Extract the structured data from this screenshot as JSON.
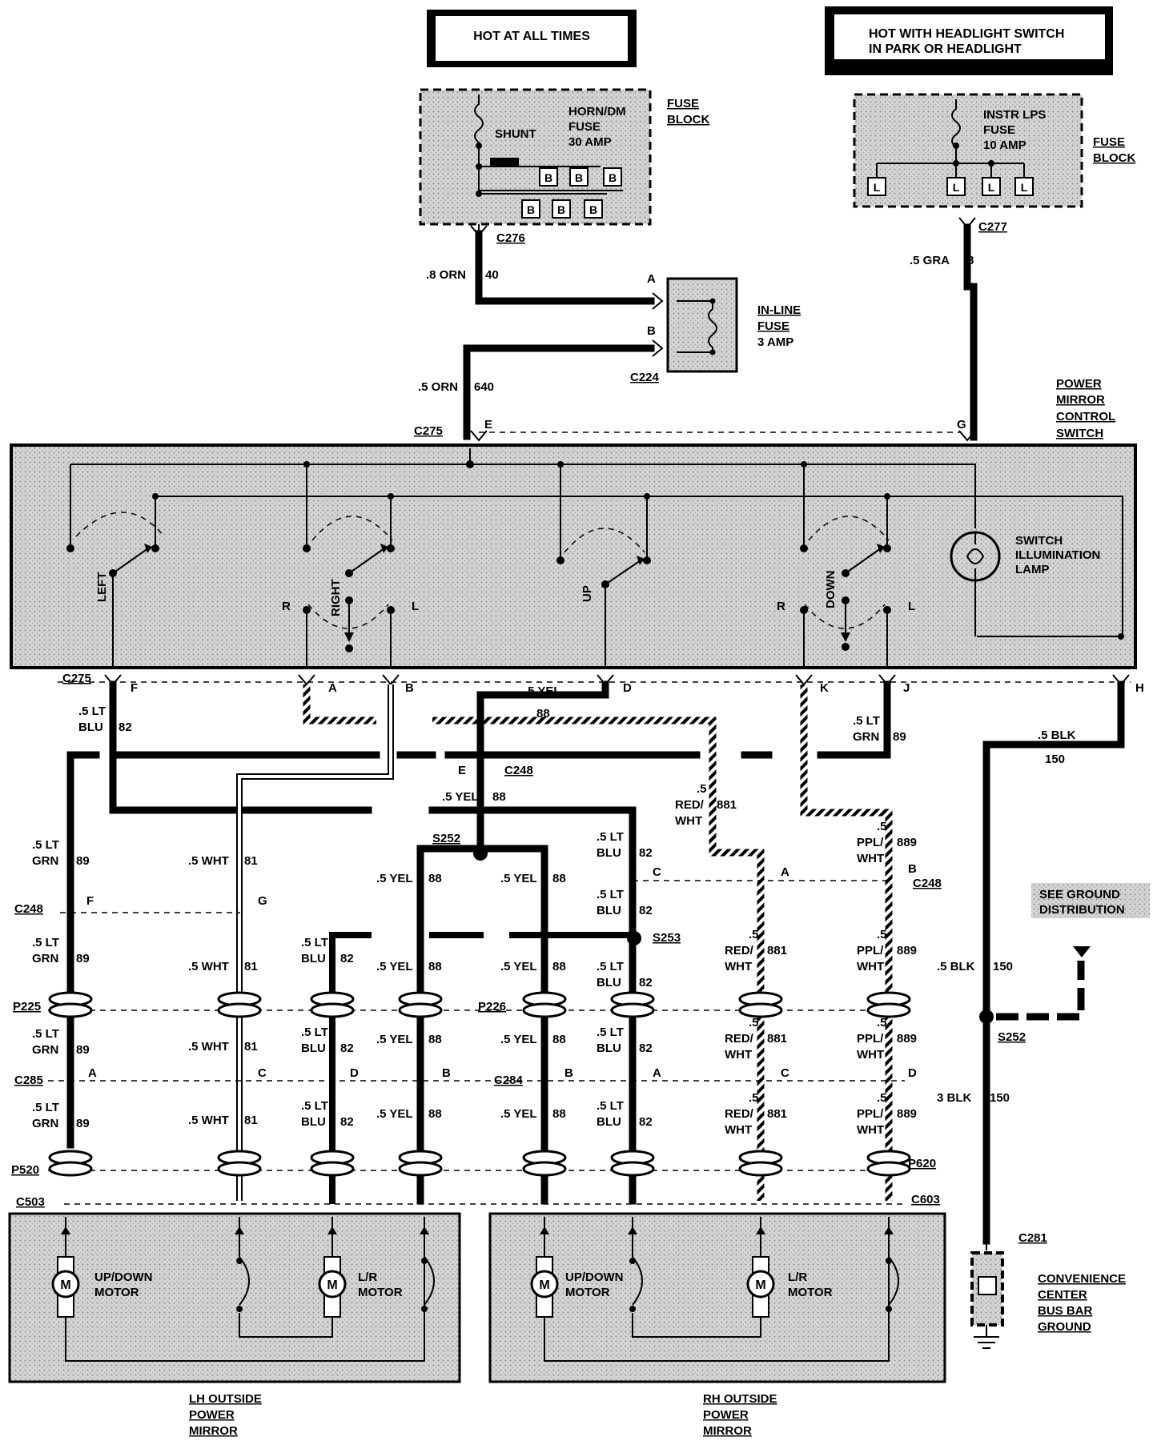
{
  "headers": {
    "hot_all_times": "HOT AT ALL TIMES",
    "hot_headlight": [
      "HOT WITH HEADLIGHT SWITCH",
      "IN PARK OR HEADLIGHT"
    ]
  },
  "fuse_block_left": {
    "title": [
      "FUSE",
      "BLOCK"
    ],
    "shunt": "SHUNT",
    "fuse": [
      "HORN/DM",
      "FUSE",
      "30 AMP"
    ],
    "terminal": "B",
    "connector": "C276"
  },
  "fuse_block_right": {
    "title": [
      "FUSE",
      "BLOCK"
    ],
    "fuse": [
      "INSTR LPS",
      "FUSE",
      "10 AMP"
    ],
    "terminal": "L",
    "connector": "C277"
  },
  "inline_fuse": {
    "label": [
      "IN-LINE",
      "FUSE",
      "3 AMP"
    ],
    "pin_a": "A",
    "pin_b": "B",
    "connector": "C224"
  },
  "wires_top": {
    "w40_size": ".8 ORN",
    "w40_num": "40",
    "w640_size": ".5 ORN",
    "w640_num": "640",
    "w8_size": ".5 GRA",
    "w8_num": "8"
  },
  "switch": {
    "title": [
      "POWER",
      "MIRROR",
      "CONTROL",
      "SWITCH"
    ],
    "connector": "C275",
    "pin_e": "E",
    "pin_g": "G",
    "labels": {
      "left": "LEFT",
      "right": "RIGHT",
      "up": "UP",
      "down": "DOWN",
      "r": "R",
      "l": "L"
    },
    "lamp": [
      "SWITCH",
      "ILLUMINATION",
      "LAMP"
    ]
  },
  "c275_pins": [
    "F",
    "A",
    "B",
    "D",
    "K",
    "J",
    "H"
  ],
  "c275_label": "C275",
  "wire_labels": {
    "lt_blu": [
      ".5 LT",
      "BLU"
    ],
    "w82": "82",
    "yel": ".5 YEL",
    "w88": "88",
    "lt_grn": [
      ".5 LT",
      "GRN"
    ],
    "w89": "89",
    "blk": ".5 BLK",
    "w150": "150",
    "blk3": "3 BLK",
    "red_wht": [
      ".5",
      "RED/",
      "WHT"
    ],
    "w881": "881",
    "ppl_wht": [
      ".5",
      "PPL/",
      "WHT"
    ],
    "w889": "889",
    "wht": ".5 WHT",
    "w81": "81"
  },
  "connectors": {
    "c248": "C248",
    "s252": "S252",
    "s253": "S253",
    "p225": "P225",
    "p226": "P226",
    "c285": "C285",
    "c284": "C284",
    "p520": "P520",
    "p620": "P620",
    "c503": "C503",
    "c603": "C603",
    "c281": "C281"
  },
  "pins": {
    "e": "E",
    "f": "F",
    "g": "G",
    "a": "A",
    "b": "B",
    "c": "C",
    "d": "D"
  },
  "ground": {
    "see": [
      "SEE GROUND",
      "DISTRIBUTION"
    ],
    "bus": [
      "CONVENIENCE",
      "CENTER",
      "BUS BAR",
      "GROUND"
    ]
  },
  "mirrors": {
    "motor_symbol": "M",
    "updown": [
      "UP/DOWN",
      "MOTOR"
    ],
    "lr": [
      "L/R",
      "MOTOR"
    ],
    "lh_title": [
      "LH OUTSIDE",
      "POWER",
      "MIRROR"
    ],
    "rh_title": [
      "RH OUTSIDE",
      "POWER",
      "MIRROR"
    ]
  }
}
